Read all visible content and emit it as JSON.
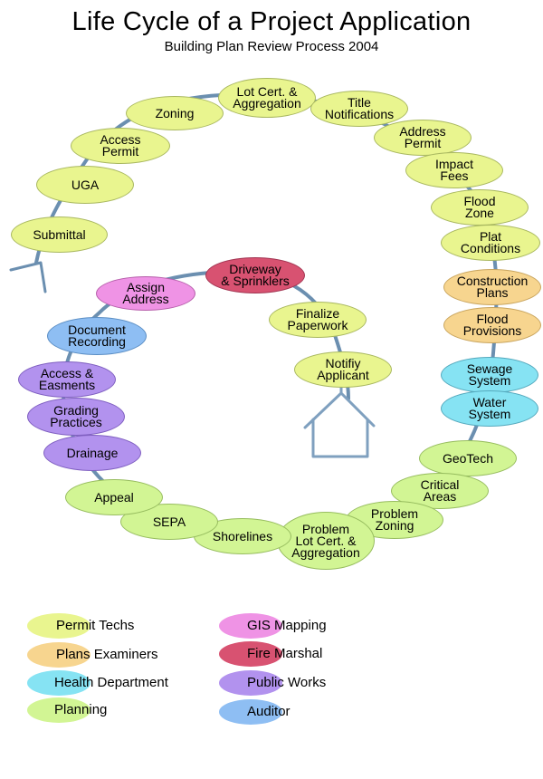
{
  "title": "Life Cycle of a Project Application",
  "subtitle": "Building Plan Review Process 2004",
  "legend": [
    {
      "label": "Permit Techs",
      "color": "#e9f58f"
    },
    {
      "label": "Plans Examiners",
      "color": "#f7d58f"
    },
    {
      "label": "Health Department",
      "color": "#86e3f3"
    },
    {
      "label": "Planning",
      "color": "#d2f594"
    },
    {
      "label": "GIS  Mapping",
      "color": "#ef93e5"
    },
    {
      "label": "Fire Marshal",
      "color": "#d85271"
    },
    {
      "label": "Public Works",
      "color": "#b292ee"
    },
    {
      "label": "Auditor",
      "color": "#8ebef3"
    }
  ],
  "steps": [
    {
      "label": "Submittal",
      "group": "permit"
    },
    {
      "label": "UGA",
      "group": "permit"
    },
    {
      "label": "Access\nPermit",
      "group": "permit"
    },
    {
      "label": "Zoning",
      "group": "permit"
    },
    {
      "label": "Lot Cert. &\nAggregation",
      "group": "permit"
    },
    {
      "label": "Title\nNotifications",
      "group": "permit"
    },
    {
      "label": "Address\nPermit",
      "group": "permit"
    },
    {
      "label": "Impact\nFees",
      "group": "permit"
    },
    {
      "label": "Flood\nZone",
      "group": "permit"
    },
    {
      "label": "Plat\nConditions",
      "group": "permit"
    },
    {
      "label": "Construction\nPlans",
      "group": "plans"
    },
    {
      "label": "Flood\nProvisions",
      "group": "plans"
    },
    {
      "label": "Sewage\nSystem",
      "group": "health"
    },
    {
      "label": "Water\nSystem",
      "group": "health"
    },
    {
      "label": "GeoTech",
      "group": "planning"
    },
    {
      "label": "Critical\nAreas",
      "group": "planning"
    },
    {
      "label": "Problem\nZoning",
      "group": "planning"
    },
    {
      "label": "Problem\nLot Cert. &\nAggregation",
      "group": "planning"
    },
    {
      "label": "Shorelines",
      "group": "planning"
    },
    {
      "label": "SEPA",
      "group": "planning"
    },
    {
      "label": "Appeal",
      "group": "planning"
    },
    {
      "label": "Drainage",
      "group": "works"
    },
    {
      "label": "Grading\nPractices",
      "group": "works"
    },
    {
      "label": "Access &\nEasments",
      "group": "works"
    },
    {
      "label": "Document\nRecording",
      "group": "auditor"
    },
    {
      "label": "Assign\nAddress",
      "group": "gis"
    },
    {
      "label": "Driveway\n& Sprinklers",
      "group": "fire"
    },
    {
      "label": "Finalize\nPaperwork",
      "group": "permit"
    },
    {
      "label": "Notifiy\nApplicant",
      "group": "permit"
    }
  ]
}
